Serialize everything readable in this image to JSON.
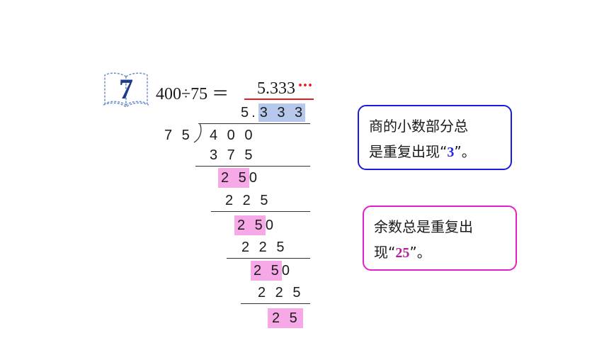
{
  "example": {
    "number": "7"
  },
  "equation": {
    "expression": "400÷75 ＝",
    "answer": "5.333",
    "ellipsis": "···"
  },
  "division": {
    "quotient_int": "5.",
    "quotient_dec": "3 3 3",
    "divisor": "7 5",
    "dividend": "4 0 0",
    "steps": [
      {
        "sub": "3 7 5"
      },
      {
        "rem": "2 5",
        "down": "0",
        "sub": "2 2 5"
      },
      {
        "rem": "2 5",
        "down": "0",
        "sub": "2 2 5"
      },
      {
        "rem": "2 5",
        "down": "0",
        "sub": "2 2 5"
      },
      {
        "rem": "2 5"
      }
    ]
  },
  "notes": {
    "quotient": {
      "line1": "商的小数部分总",
      "line2_pre": "是重复出现“",
      "highlight": "3",
      "line2_post": "”。"
    },
    "remainder": {
      "line1": "余数总是重复出",
      "line2_pre": "现“",
      "highlight": "25",
      "line2_post": "”。"
    }
  },
  "colors": {
    "quotient_highlight": "#b6c9ec",
    "remainder_highlight": "#f6a9e6",
    "note1_border": "#1a1ae0",
    "note2_border": "#e020c8",
    "underline": "#e02020"
  }
}
